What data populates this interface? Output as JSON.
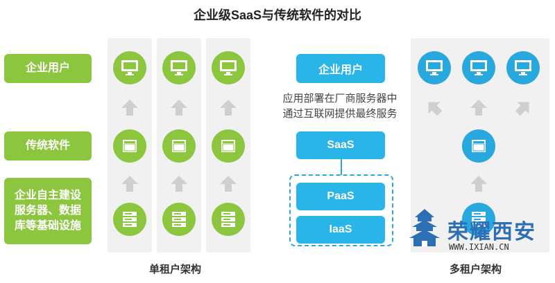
{
  "title": "企业级SaaS与传统软件的对比",
  "left_labels": {
    "user": "企业用户",
    "software": "传统软件",
    "infra_line1": "企业自主建设",
    "infra_line2": "服务器、数据",
    "infra_line3": "库等基础设施"
  },
  "left_caption": "单租户架构",
  "middle": {
    "user": "企业用户",
    "desc_line1": "应用部署在厂商服务器中",
    "desc_line2": "通过互联网提供最终服务",
    "saas": "SaaS",
    "paas": "PaaS",
    "iaas": "IaaS"
  },
  "right_caption": "多租户架构",
  "watermark": {
    "text": "荣耀西安",
    "url": "WWW.IXIAN.CN"
  },
  "colors": {
    "green": "#8cc63f",
    "blue": "#29a8e0",
    "light_blue": "#29b5e8",
    "panel": "#f1f1f1",
    "arrow": "#cfcfcf"
  },
  "icons": [
    "monitor-icon",
    "window-icon",
    "server-icon",
    "arrow-up-icon"
  ]
}
